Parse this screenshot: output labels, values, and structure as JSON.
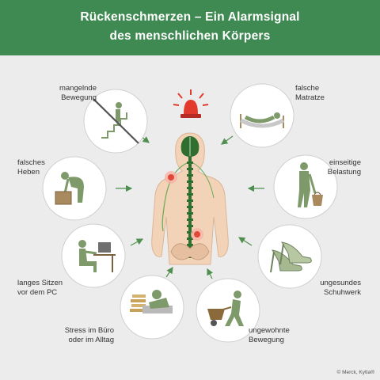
{
  "header": {
    "title_line1": "Rückenschmerzen – Ein Alarmsignal",
    "title_line2": "des menschlichen Körpers"
  },
  "causes": {
    "mangelnde_bewegung": [
      "mangelnde",
      "Bewegung"
    ],
    "falsches_heben": [
      "falsches",
      "Heben"
    ],
    "langes_sitzen": [
      "langes Sitzen",
      "vor dem PC"
    ],
    "stress": [
      "Stress im Büro",
      "oder im Alltag"
    ],
    "falsche_matratze": [
      "falsche",
      "Matratze"
    ],
    "einseitige_belastung": [
      "einseitige",
      "Belastung"
    ],
    "ungesundes_schuhwerk": [
      "ungesundes",
      "Schuhwerk"
    ],
    "ungewohnte_bewegung": [
      "ungewohnte",
      "Bewegung"
    ]
  },
  "copyright": "© Merck, Kytta®",
  "colors": {
    "header": "#3f8a52",
    "background": "#ececec",
    "figure_green": "#7f9a6a",
    "skin": "#f2d3b7",
    "spine": "#2f6e2f",
    "pain": "#e0483a",
    "arrow": "#4f8f4f"
  }
}
